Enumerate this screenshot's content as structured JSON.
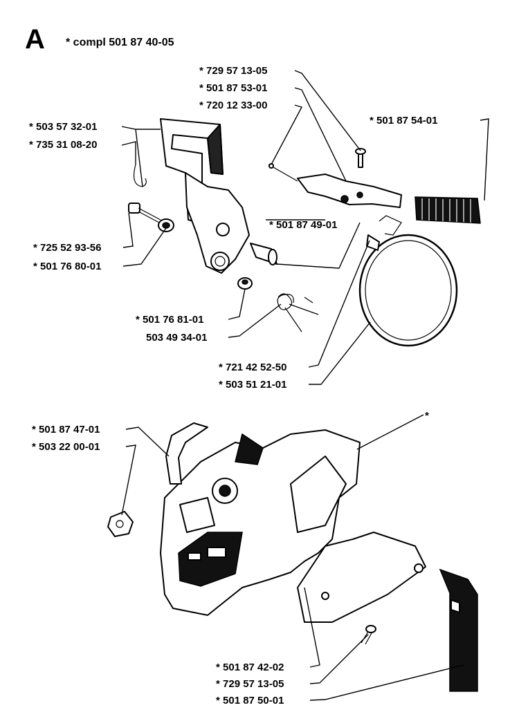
{
  "section_letter": "A",
  "assembly": "* compl 501 87 40-05",
  "labels": {
    "p729_57_13_05_top": "* 729 57 13-05",
    "p501_87_53_01": "* 501 87 53-01",
    "p720_12_33_00": "* 720 12 33-00",
    "p501_87_54_01": "* 501 87 54-01",
    "p503_57_32_01": "* 503 57 32-01",
    "p735_31_08_20": "* 735 31 08-20",
    "p501_87_49_01": "* 501 87 49-01",
    "p725_52_93_56": "* 725 52 93-56",
    "p501_76_80_01": "* 501 76 80-01",
    "p501_76_81_01": "* 501 76 81-01",
    "p503_49_34_01": "503 49 34-01",
    "p721_42_52_50": "* 721 42 52-50",
    "p503_51_21_01": "* 503 51 21-01",
    "p501_87_47_01": "* 501 87 47-01",
    "p503_22_00_01": "* 503 22 00-01",
    "p_star": "*",
    "p501_87_42_02": "* 501 87 42-02",
    "p729_57_13_05_bottom": "* 729 57 13-05",
    "p501_87_50_01": "* 501 87 50-01"
  }
}
